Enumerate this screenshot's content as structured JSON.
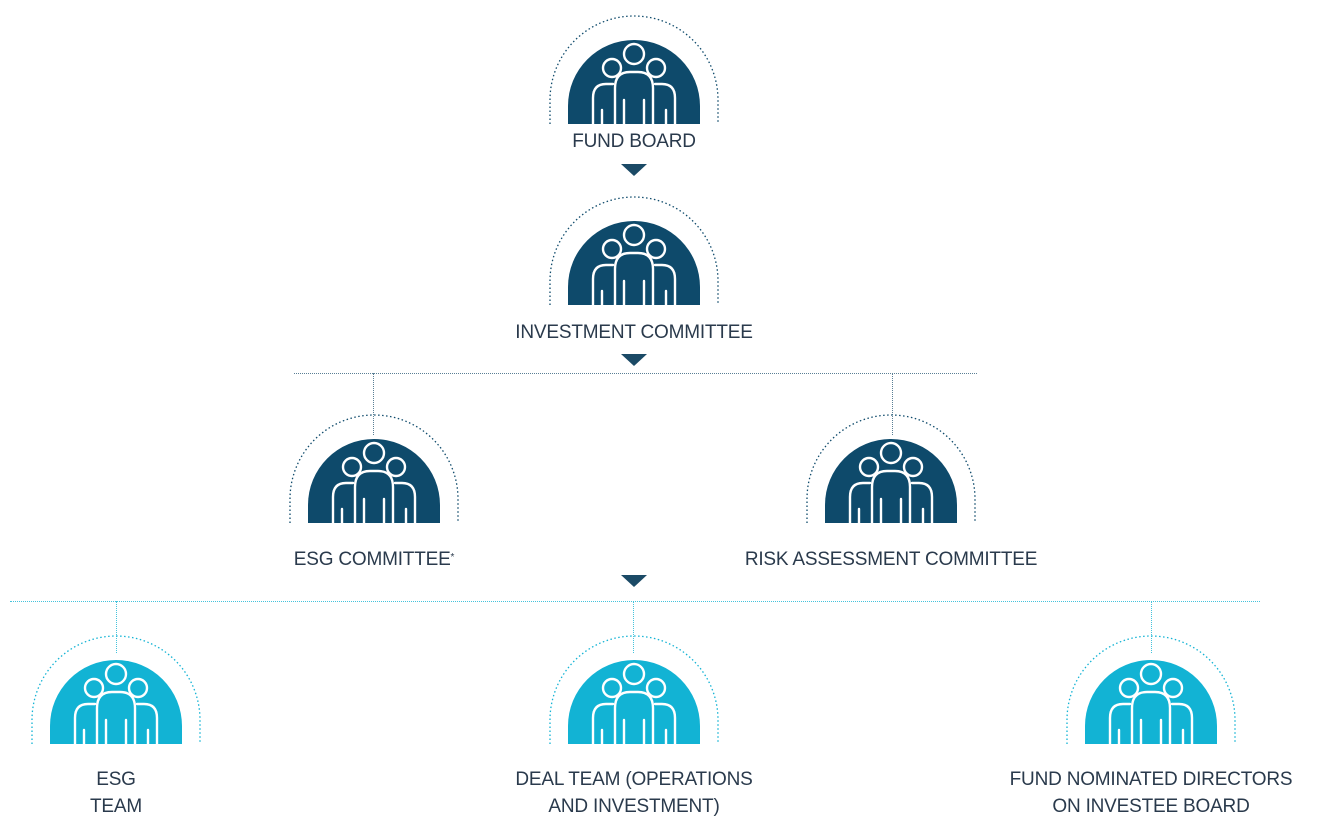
{
  "colors": {
    "dark_node": "#0e4a6b",
    "light_node": "#12b3d4",
    "dark_ring": "#0e4a6b",
    "light_ring": "#12b3d4",
    "arrow": "#1b4a66"
  },
  "nodes": {
    "fund_board": {
      "label": "FUND BOARD",
      "icon": "group-icon"
    },
    "investment_committee": {
      "label": "INVESTMENT COMMITTEE",
      "icon": "group-icon"
    },
    "esg_committee": {
      "label": "ESG COMMITTEE",
      "footnote_mark": "*",
      "icon": "group-icon"
    },
    "risk_committee": {
      "label": "RISK ASSESSMENT COMMITTEE",
      "icon": "group-icon"
    },
    "esg_team": {
      "line1": "ESG",
      "line2": "TEAM",
      "icon": "group-icon"
    },
    "deal_team": {
      "line1": "DEAL TEAM (OPERATIONS",
      "line2": "AND INVESTMENT)",
      "icon": "group-icon"
    },
    "fund_directors": {
      "line1": "FUND NOMINATED DIRECTORS",
      "line2": "ON INVESTEE BOARD",
      "icon": "group-icon"
    }
  }
}
